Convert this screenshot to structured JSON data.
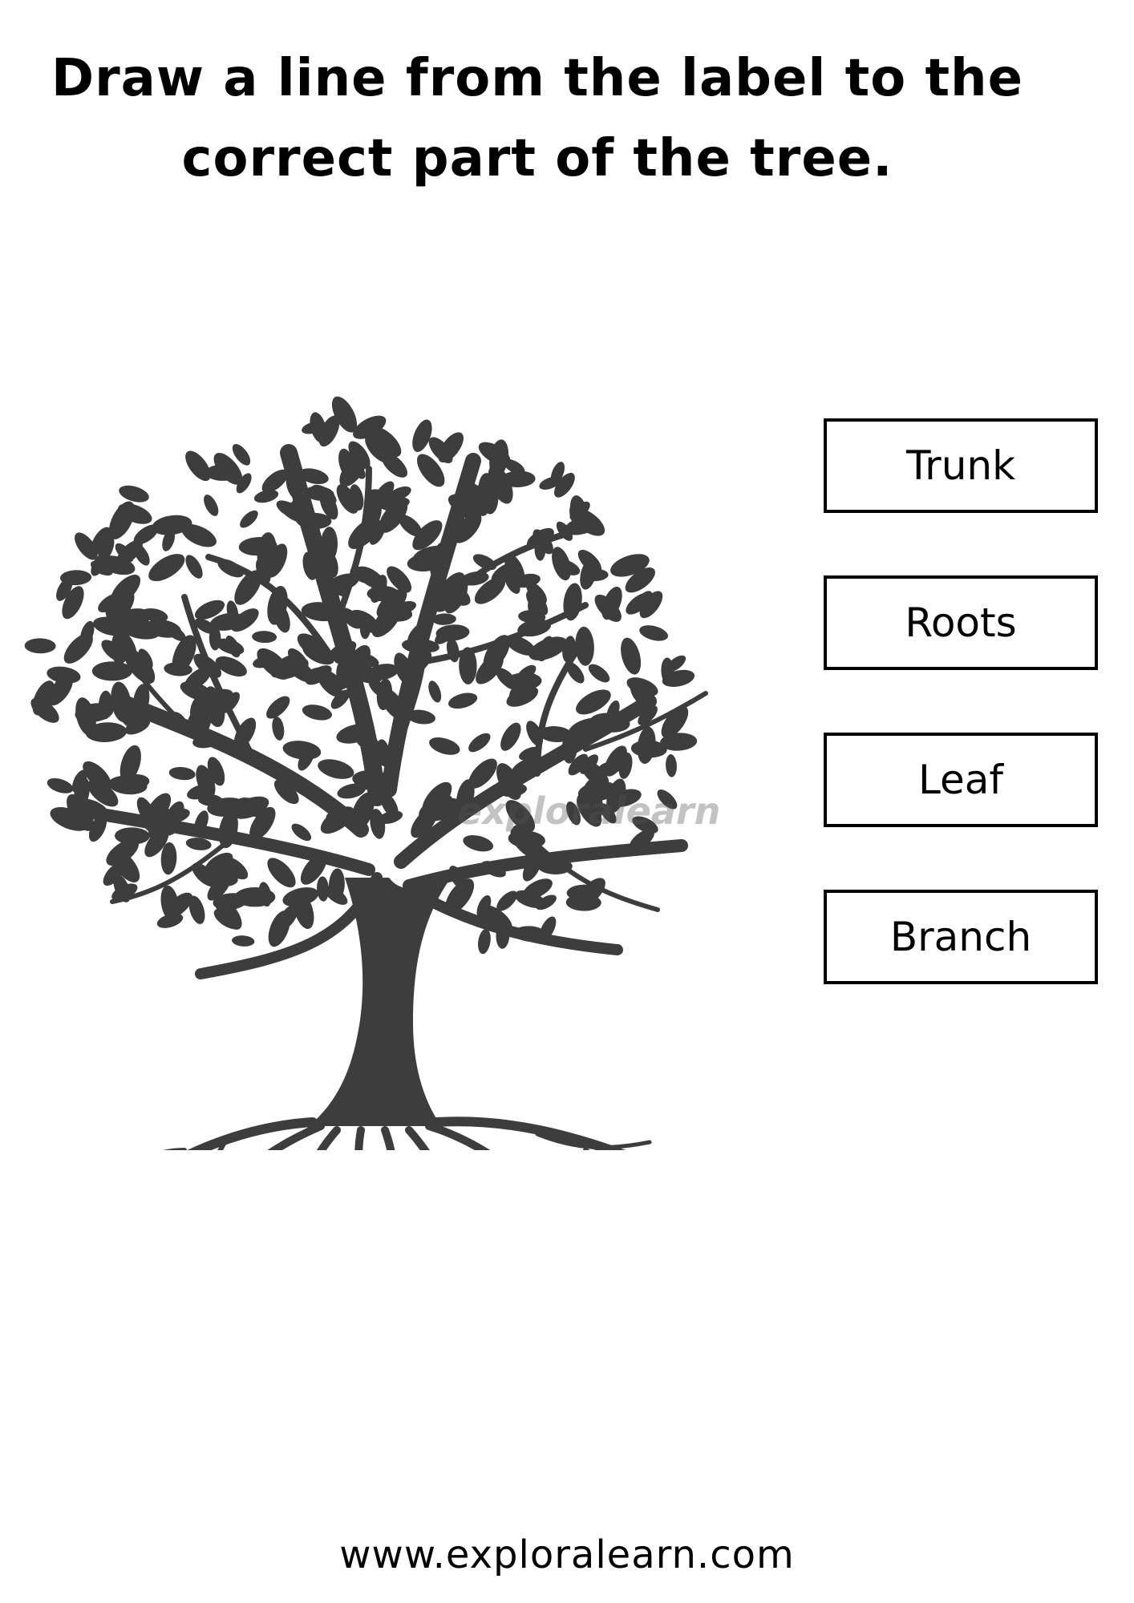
{
  "worksheet": {
    "title_line_1": "Draw a line from the label to the",
    "title_line_2": "correct part of the tree.",
    "labels": [
      "Trunk",
      "Roots",
      "Leaf",
      "Branch"
    ],
    "watermark": "exploralearn",
    "footer": "www.exploralearn.com"
  },
  "colors": {
    "tree": "#3d3d3d",
    "text": "#000000",
    "box_border": "#000000"
  },
  "icons": {
    "tree_illustration": "tree-with-roots-icon"
  }
}
